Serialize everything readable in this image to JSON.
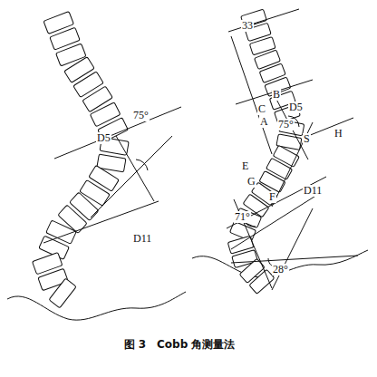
{
  "diagram": {
    "caption": "图 3　Cobb 角测量法",
    "labels": [
      "D5",
      "75°",
      "D11",
      "33",
      "B",
      "D5",
      "C",
      "A",
      "75°",
      "S",
      "H",
      "E",
      "G",
      "F",
      "D11",
      "71°",
      "28°"
    ]
  }
}
